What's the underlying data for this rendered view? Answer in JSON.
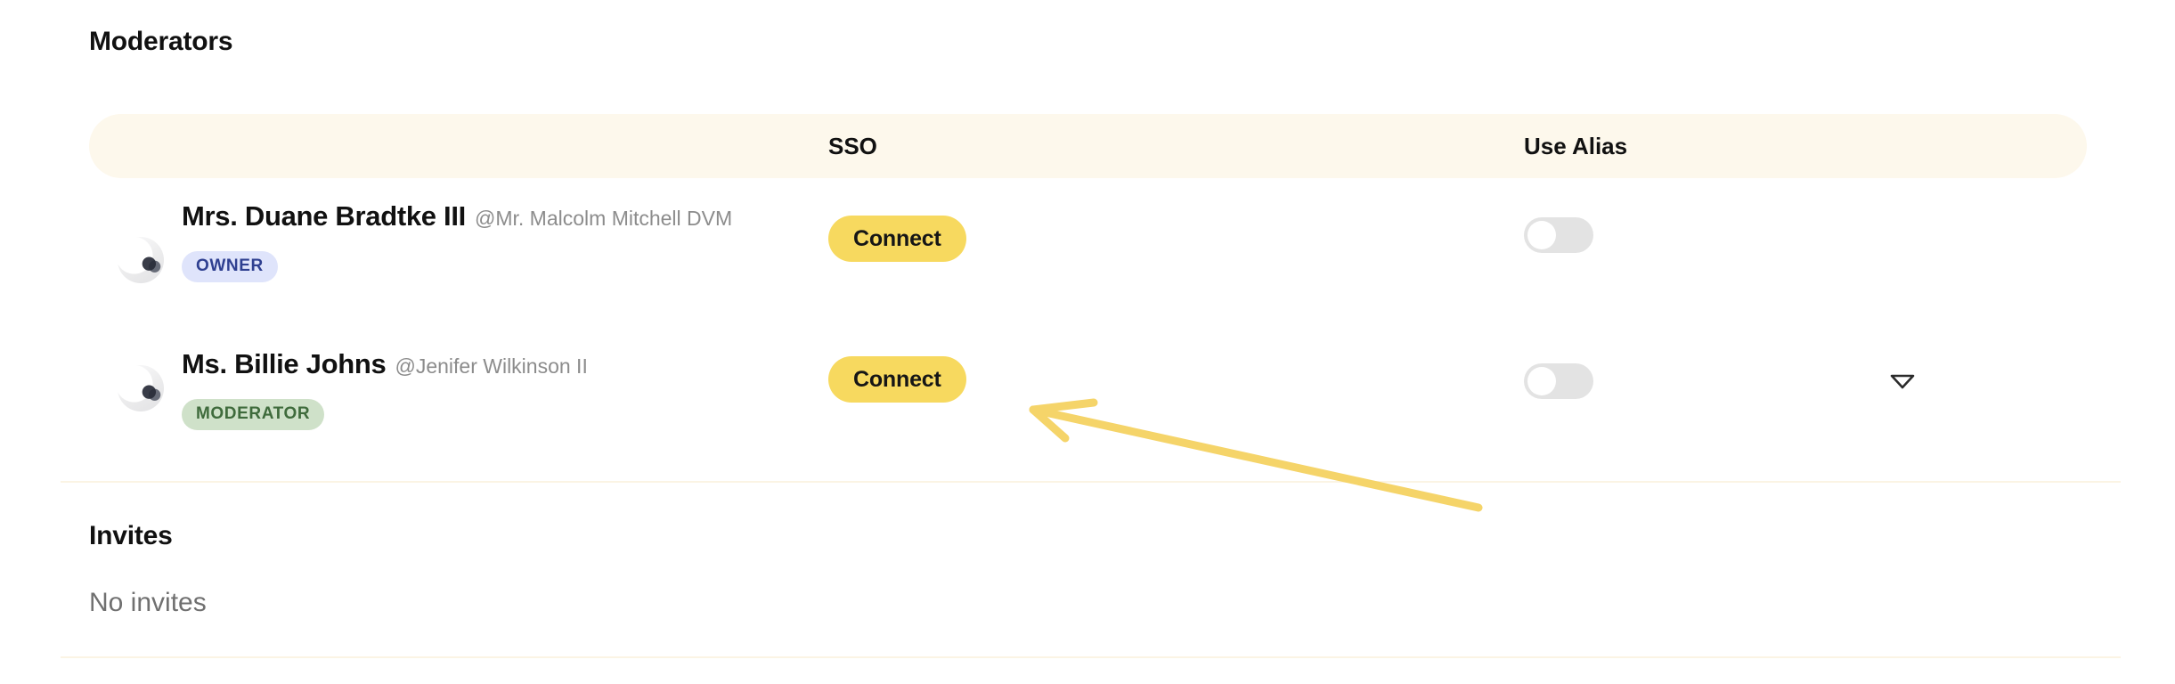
{
  "sections": {
    "moderators": {
      "title": "Moderators"
    },
    "invites": {
      "title": "Invites",
      "empty_text": "No invites"
    }
  },
  "table": {
    "columns": [
      {
        "key": "sso",
        "label": "SSO"
      },
      {
        "key": "use_alias",
        "label": "Use Alias"
      }
    ],
    "header_background": "#fdf8ec",
    "rows": [
      {
        "avatar": "user-avatar",
        "display_name": "Mrs. Duane Bradtke III",
        "handle": "@Mr. Malcolm Mitchell DVM",
        "role_badge": {
          "label": "OWNER",
          "background": "#dfe4fb",
          "color": "#2f4091"
        },
        "sso_action": {
          "label": "Connect",
          "background": "#f7d95f",
          "color": "#161616"
        },
        "use_alias": {
          "state": "off"
        },
        "has_menu": false
      },
      {
        "avatar": "user-avatar",
        "display_name": "Ms. Billie Johns",
        "handle": "@Jenifer Wilkinson II",
        "role_badge": {
          "label": "MODERATOR",
          "background": "#cfe1c9",
          "color": "#3f6b3c"
        },
        "sso_action": {
          "label": "Connect",
          "background": "#f7d95f",
          "color": "#161616"
        },
        "use_alias": {
          "state": "off"
        },
        "has_menu": true,
        "menu_icon": "chevron-down-icon"
      }
    ]
  },
  "annotation": {
    "type": "arrow",
    "color": "#f5d469",
    "points_to": "Connect"
  }
}
